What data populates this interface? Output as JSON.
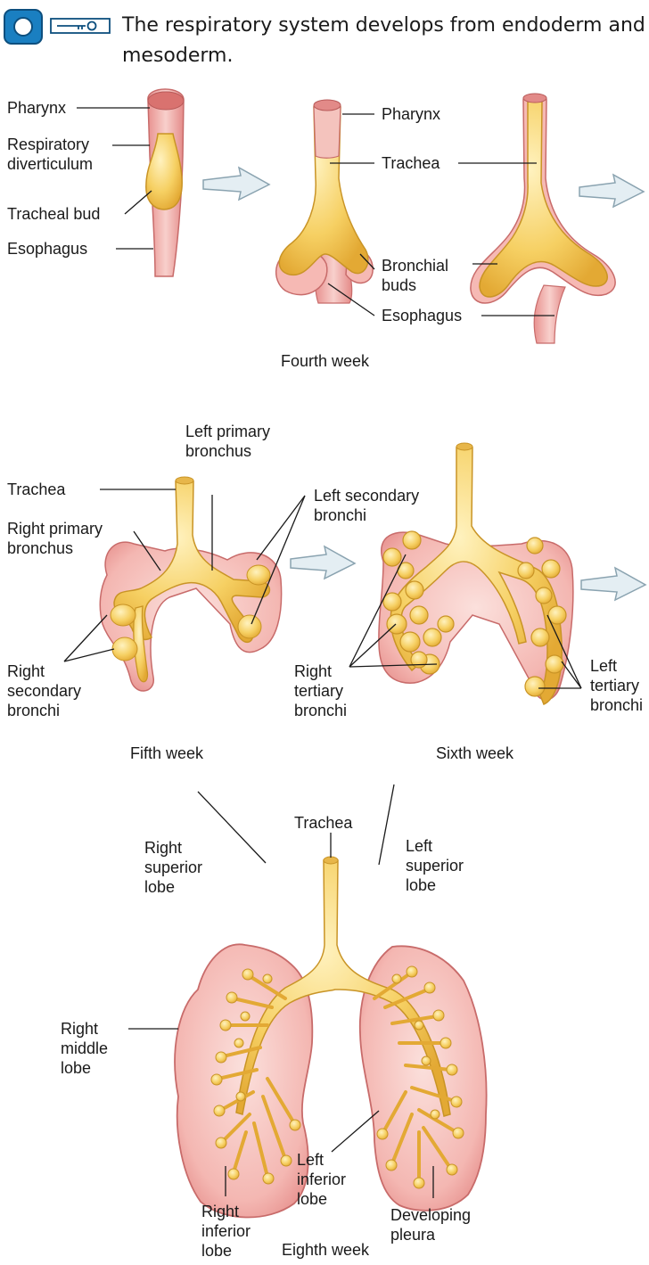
{
  "header": {
    "text": "The respiratory system develops from endoderm and mesoderm.",
    "badge_icon": "lock-icon",
    "key_icon": "key-icon",
    "badge_color": "#1a7fc1"
  },
  "fourth_week": {
    "caption": "Fourth week",
    "labels": {
      "pharynx_1": "Pharynx",
      "respiratory_diverticulum": "Respiratory\ndiverticulum",
      "tracheal_bud": "Tracheal bud",
      "esophagus_1": "Esophagus",
      "pharynx_2": "Pharynx",
      "trachea": "Trachea",
      "bronchial_buds": "Bronchial\nbuds",
      "esophagus_2": "Esophagus"
    }
  },
  "fifth_week": {
    "caption": "Fifth week",
    "labels": {
      "left_primary_bronchus": "Left primary\nbronchus",
      "trachea": "Trachea",
      "right_primary_bronchus": "Right primary\nbronchus",
      "left_secondary_bronchi": "Left secondary\nbronchi",
      "right_secondary_bronchi": "Right\nsecondary\nbronchi"
    }
  },
  "sixth_week": {
    "caption": "Sixth week",
    "labels": {
      "right_tertiary_bronchi": "Right\ntertiary\nbronchi",
      "left_tertiary_bronchi": "Left\ntertiary\nbronchi"
    }
  },
  "eighth_week": {
    "caption": "Eighth week",
    "labels": {
      "trachea": "Trachea",
      "right_superior_lobe": "Right\nsuperior\nlobe",
      "left_superior_lobe": "Left\nsuperior\nlobe",
      "right_middle_lobe": "Right\nmiddle\nlobe",
      "right_inferior_lobe": "Right\ninferior\nlobe",
      "left_inferior_lobe": "Left\ninferior\nlobe",
      "developing_pleura": "Developing\npleura"
    }
  },
  "colors": {
    "bud_yellow": "#f3c54a",
    "bud_highlight": "#fde9a0",
    "tissue_pink": "#f2a9a6",
    "tissue_light": "#f8d3cf",
    "arrow_fill": "#e4eef3",
    "arrow_stroke": "#8aa3b0"
  }
}
